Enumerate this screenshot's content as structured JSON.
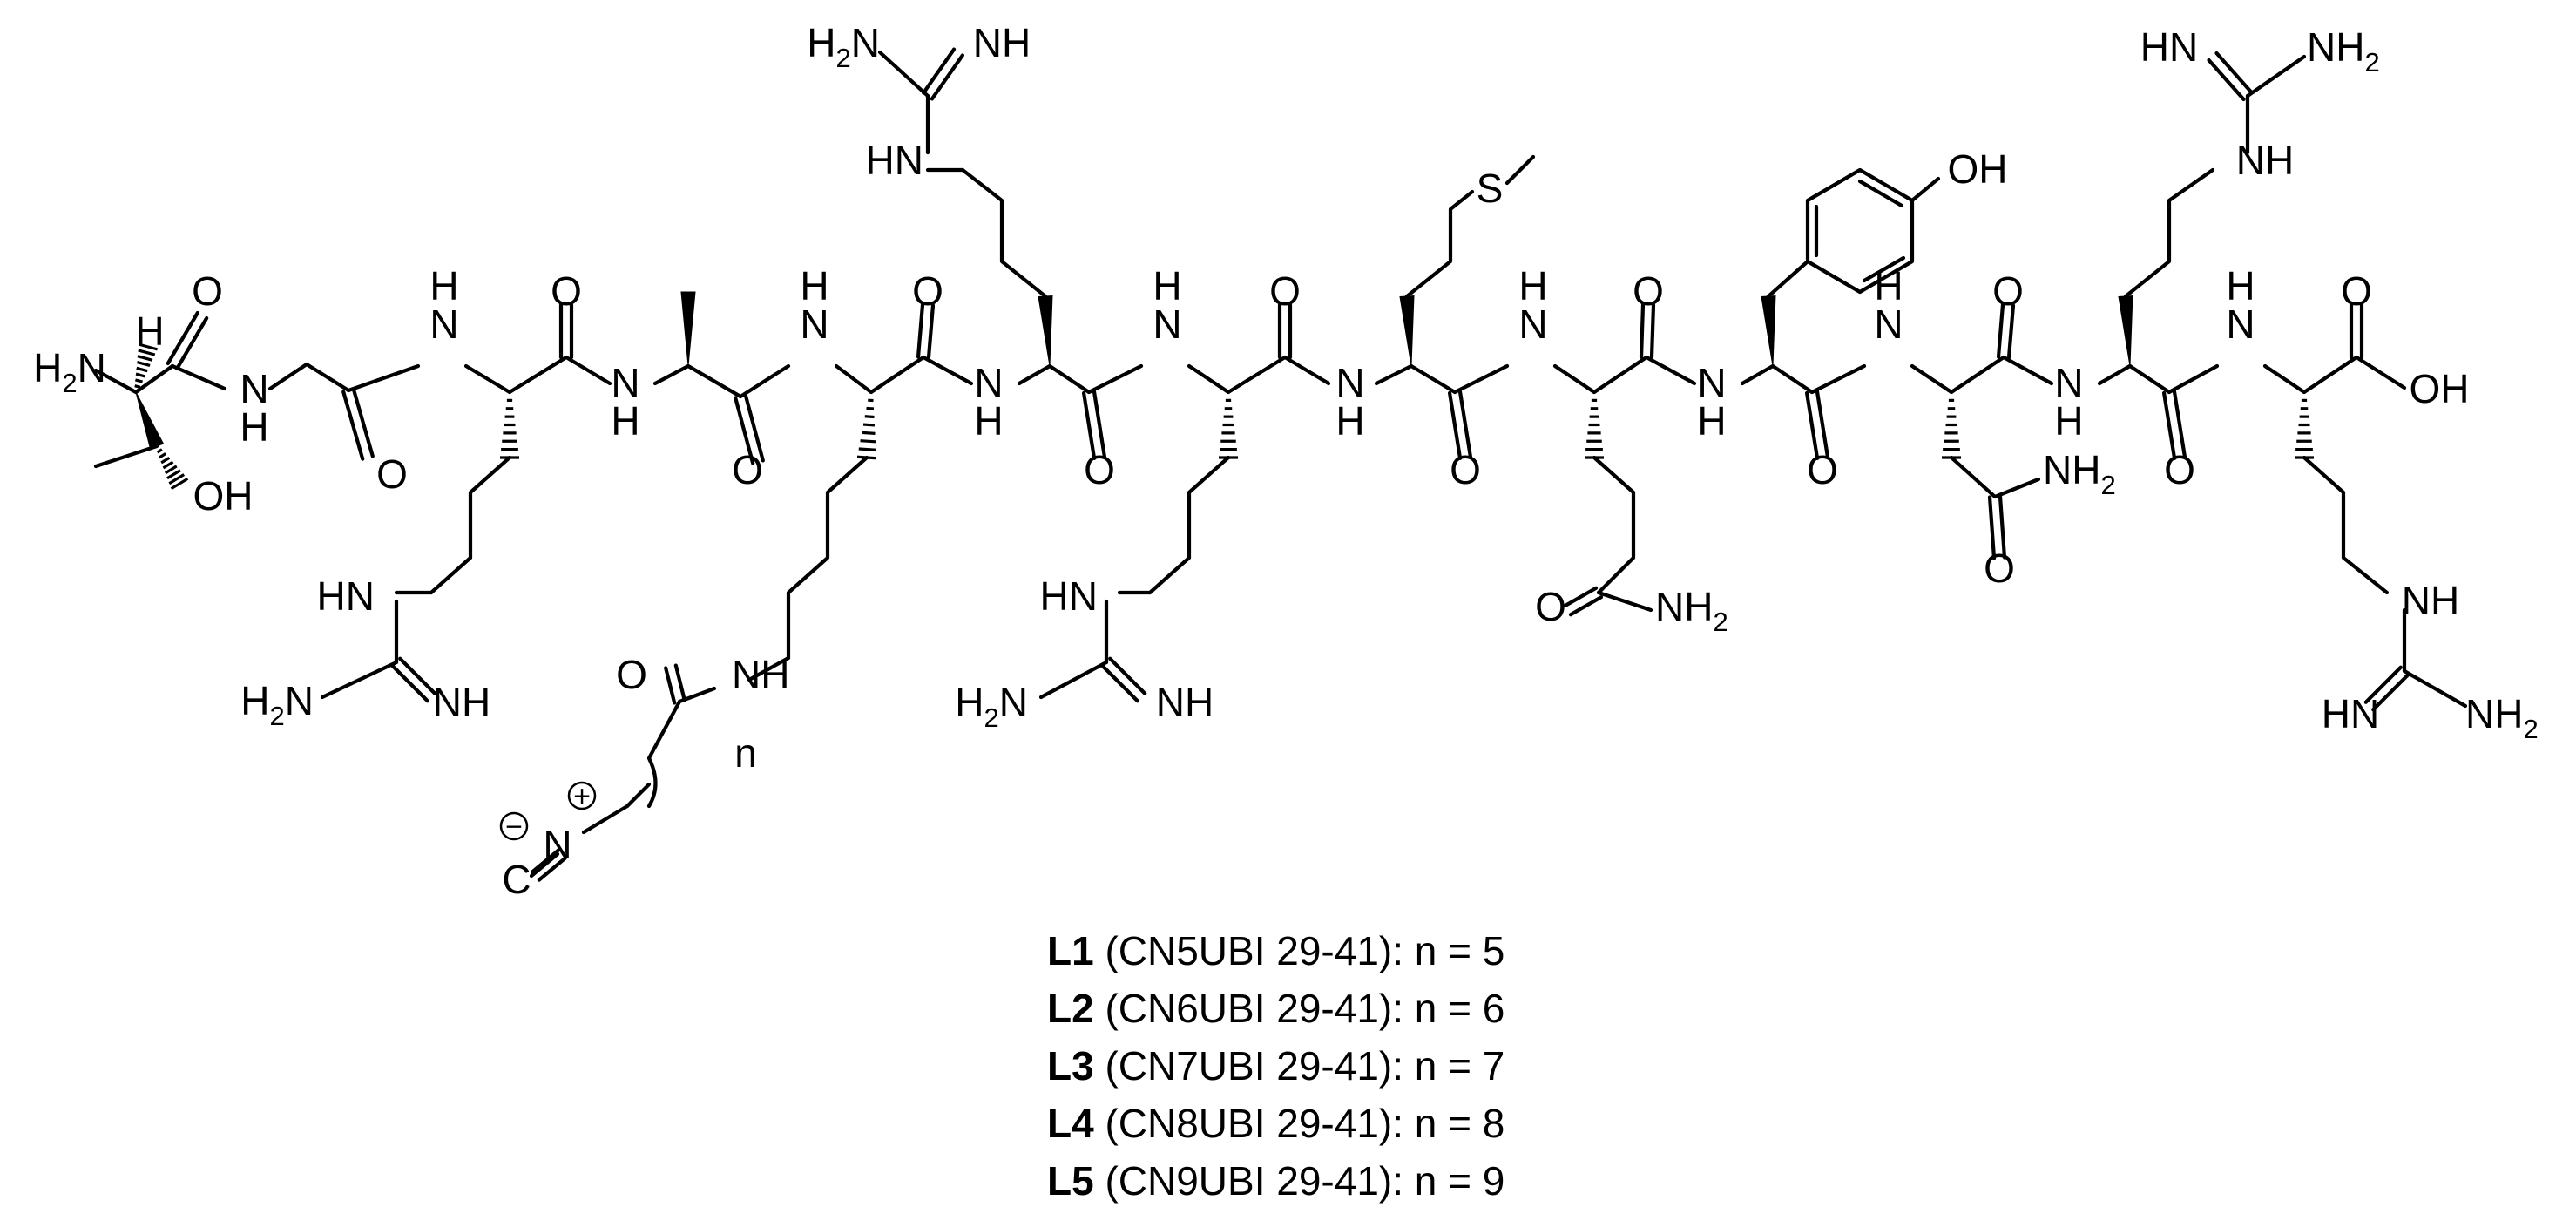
{
  "structure": {
    "atom_labels": {
      "n1": {
        "main": "H",
        "sub": "2",
        "tail": "N"
      },
      "h1": {
        "main": "H"
      },
      "o1": {
        "main": "O"
      },
      "oh1": {
        "main": "OH"
      },
      "nh1": {
        "main": "N",
        "h": "H"
      },
      "o2": {
        "main": "O"
      },
      "nh2": {
        "main": "N",
        "h": "H"
      },
      "o3": {
        "main": "O"
      },
      "hn_arg1": {
        "main": "HN"
      },
      "h2n_arg1": {
        "main": "H",
        "sub": "2",
        "tail": "N"
      },
      "nh_arg1": {
        "main": "NH"
      },
      "nh3": {
        "main": "N",
        "h": "H"
      },
      "o4": {
        "main": "O"
      },
      "nh4": {
        "main": "N",
        "h": "H"
      },
      "o5": {
        "main": "O"
      },
      "nh_lys": {
        "main": "NH"
      },
      "o_lys": {
        "main": "O"
      },
      "n_label": {
        "main": "n"
      },
      "n_iso": {
        "main": "N"
      },
      "c_iso": {
        "main": "C"
      },
      "plus": {
        "main": "+"
      },
      "minus": {
        "main": "−"
      },
      "nh5": {
        "main": "N",
        "h": "H"
      },
      "o6": {
        "main": "O"
      },
      "hn_arg2": {
        "main": "HN"
      },
      "h2n_arg2": {
        "main": "H",
        "sub": "2",
        "tail": "N"
      },
      "nh_arg2": {
        "main": "NH"
      },
      "nh6": {
        "main": "N",
        "h": "H"
      },
      "o7": {
        "main": "O"
      },
      "hn_arg3": {
        "main": "HN"
      },
      "h2n_arg3": {
        "main": "H",
        "sub": "2",
        "tail": "N"
      },
      "nh_arg3": {
        "main": "NH"
      },
      "nh7": {
        "main": "N",
        "h": "H"
      },
      "o8": {
        "main": "O"
      },
      "s1": {
        "main": "S"
      },
      "nh8": {
        "main": "N",
        "h": "H"
      },
      "o9": {
        "main": "O"
      },
      "o_gln": {
        "main": "O"
      },
      "nh2_gln": {
        "main": "NH",
        "sub": "2"
      },
      "nh9": {
        "main": "N",
        "h": "H"
      },
      "o10": {
        "main": "O"
      },
      "oh_tyr": {
        "main": "OH"
      },
      "nh10": {
        "main": "N",
        "h": "H"
      },
      "o11": {
        "main": "O"
      },
      "nh2_asn": {
        "main": "NH",
        "sub": "2"
      },
      "o_asn": {
        "main": "O"
      },
      "nh11": {
        "main": "N",
        "h": "H"
      },
      "o12": {
        "main": "O"
      },
      "hn_arg4": {
        "main": "HN"
      },
      "nh2_arg4": {
        "main": "NH",
        "sub": "2"
      },
      "nh_arg4": {
        "main": "NH"
      },
      "nh12": {
        "main": "N",
        "h": "H"
      },
      "o13": {
        "main": "O"
      },
      "oh_cooh": {
        "main": "OH"
      },
      "hn_arg5": {
        "main": "HN"
      },
      "nh2_arg5": {
        "main": "NH",
        "sub": "2"
      },
      "nh_arg5": {
        "main": "NH"
      }
    }
  },
  "legend": [
    {
      "id": "L1",
      "text": " (CN5UBI 29-41): n = 5"
    },
    {
      "id": "L2",
      "text": " (CN6UBI 29-41): n = 6"
    },
    {
      "id": "L3",
      "text": " (CN7UBI 29-41): n = 7"
    },
    {
      "id": "L4",
      "text": " (CN8UBI 29-41): n = 8"
    },
    {
      "id": "L5",
      "text": " (CN9UBI 29-41): n = 9"
    }
  ]
}
